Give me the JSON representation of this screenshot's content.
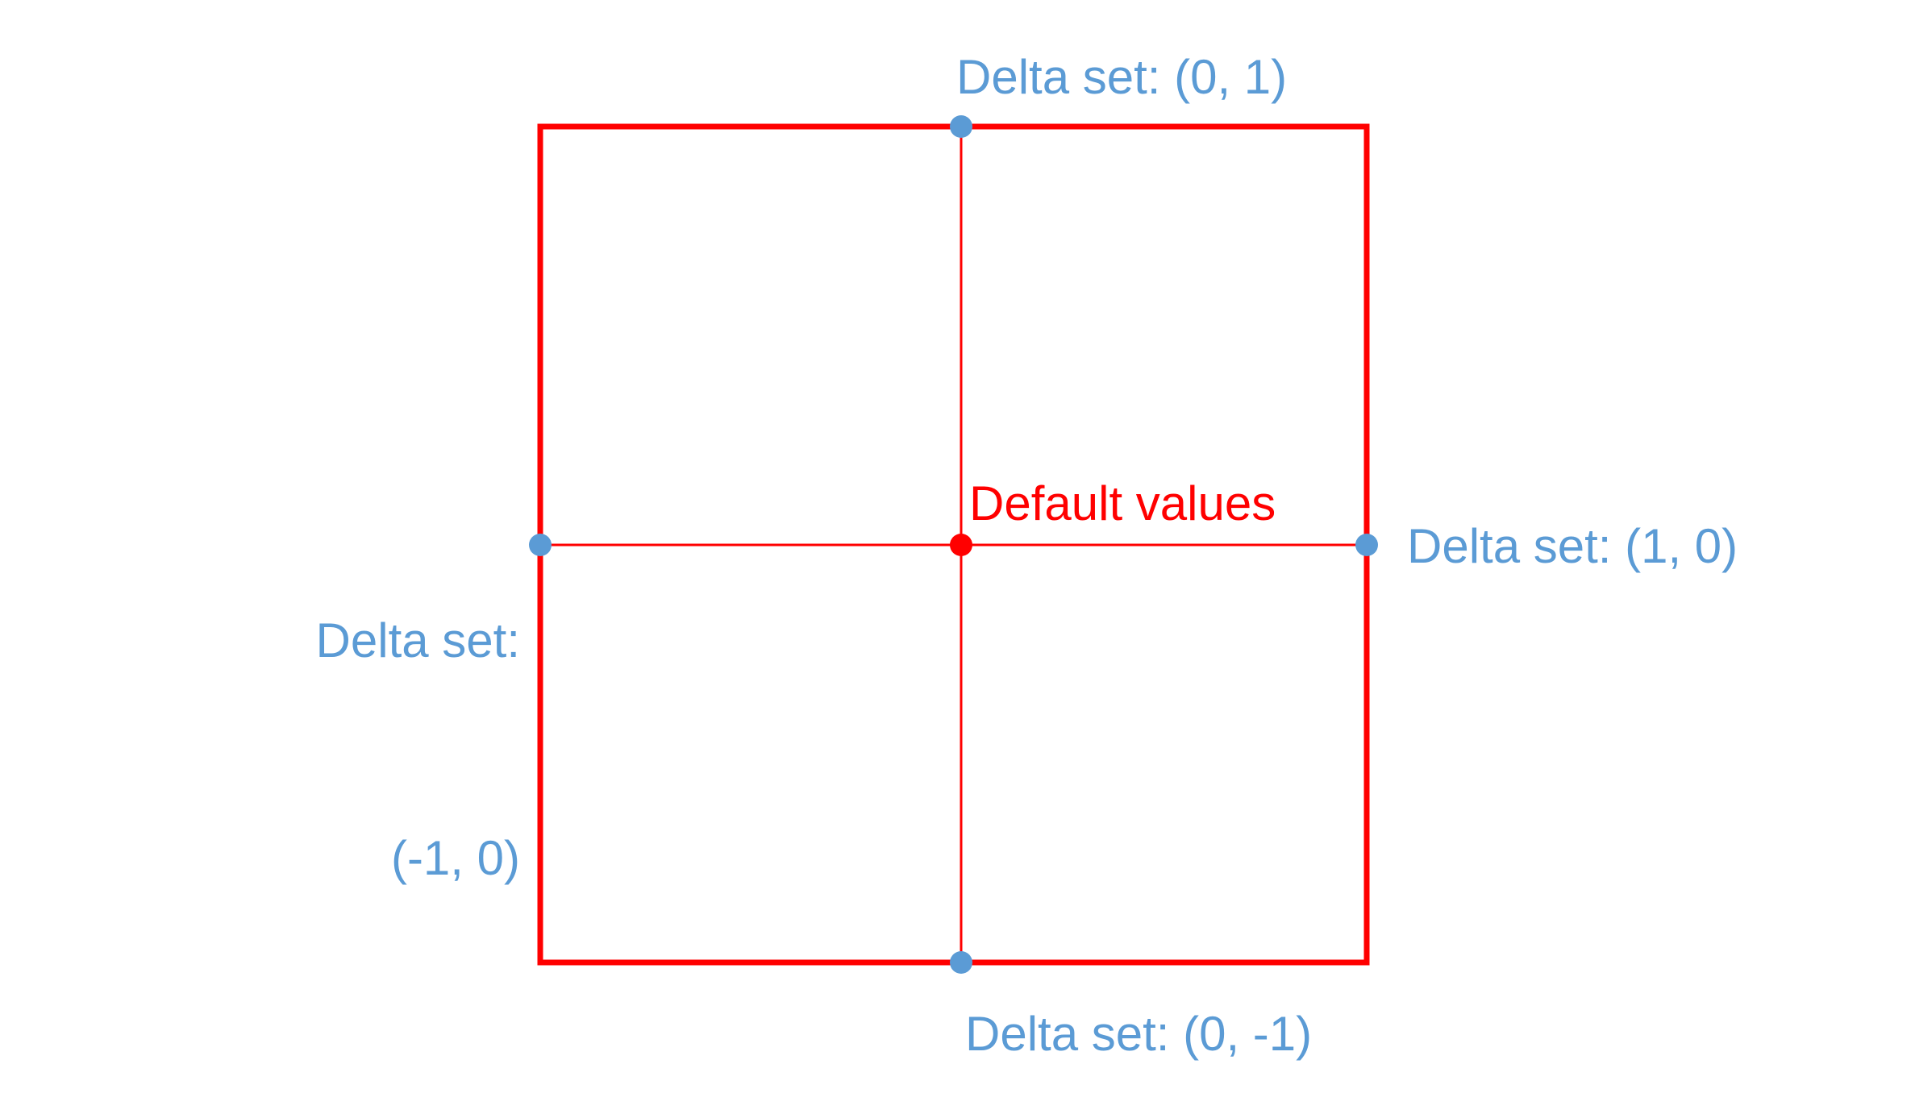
{
  "diagram": {
    "description": "Square with midpoint delta-set points and default center value",
    "background_color": "#ffffff",
    "colors": {
      "shape_red": "#ff0000",
      "point_blue": "#5b9bd5"
    },
    "center": {
      "label": "Default values"
    },
    "points": [
      {
        "position": "top",
        "label": "Delta set: (0, 1)"
      },
      {
        "position": "right",
        "label": "Delta set: (1, 0)"
      },
      {
        "position": "bottom",
        "label": "Delta set: (0, -1)"
      },
      {
        "position": "left",
        "label_line1": "Delta set:",
        "label_line2": "(-1, 0)"
      }
    ]
  }
}
